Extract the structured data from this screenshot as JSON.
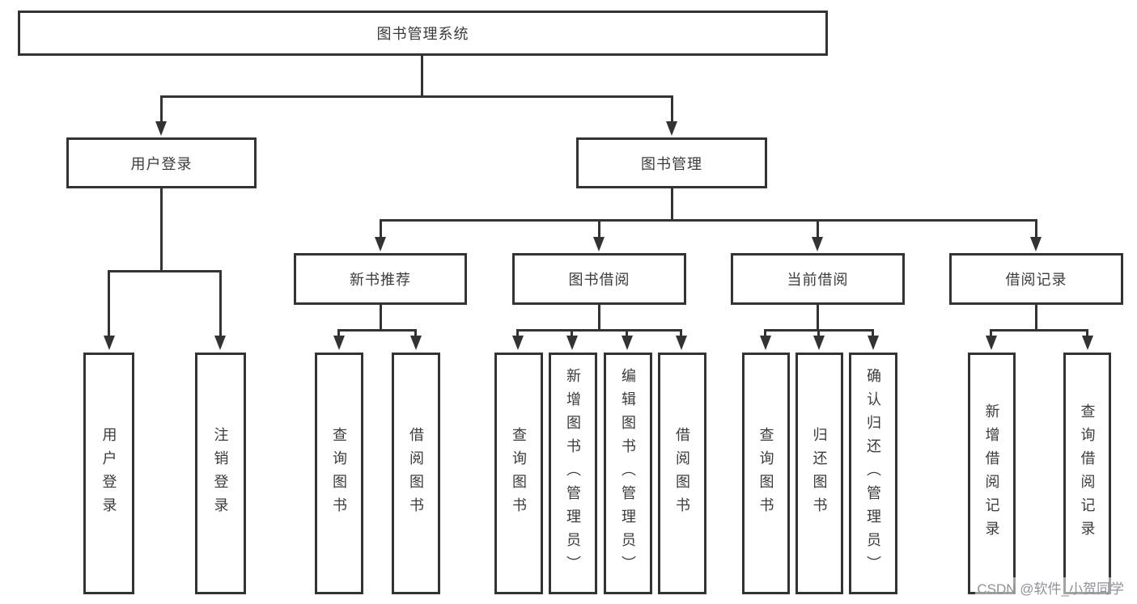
{
  "diagram_title": "图书管理系统",
  "tree": {
    "root": {
      "label": "图书管理系统",
      "children": [
        {
          "label": "用户登录",
          "children": [
            {
              "label": "用户登录"
            },
            {
              "label": "注销登录"
            }
          ]
        },
        {
          "label": "图书管理",
          "children": [
            {
              "label": "新书推荐",
              "children": [
                {
                  "label": "查询图书"
                },
                {
                  "label": "借阅图书"
                }
              ]
            },
            {
              "label": "图书借阅",
              "children": [
                {
                  "label": "查询图书"
                },
                {
                  "label": "新增图书（管理员）"
                },
                {
                  "label": "编辑图书（管理员）"
                },
                {
                  "label": "借阅图书"
                }
              ]
            },
            {
              "label": "当前借阅",
              "children": [
                {
                  "label": "查询图书"
                },
                {
                  "label": "归还图书"
                },
                {
                  "label": "确认归还（管理员）"
                }
              ]
            },
            {
              "label": "借阅记录",
              "children": [
                {
                  "label": "新增借阅记录"
                },
                {
                  "label": "查询借阅记录"
                }
              ]
            }
          ]
        }
      ]
    }
  },
  "watermark": {
    "text": "CSDN @软件_小贺同学"
  },
  "colors": {
    "line": "#333333",
    "box_border": "#333333",
    "text": "#3b3b3b",
    "background": "#ffffff",
    "watermark_text": "#90909a"
  }
}
